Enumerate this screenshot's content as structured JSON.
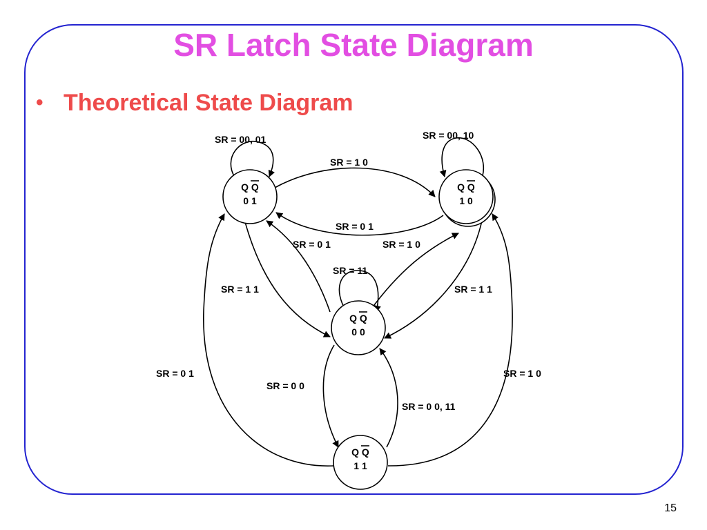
{
  "title": "SR Latch State Diagram",
  "bullet": {
    "marker": "•",
    "text": "Theoretical State Diagram"
  },
  "page_number": "15",
  "diagram": {
    "states": [
      {
        "id": "s01",
        "top": "Q Q",
        "bottom": "0 1"
      },
      {
        "id": "s10",
        "top": "Q Q",
        "bottom": "1 0"
      },
      {
        "id": "s00",
        "top": "Q Q",
        "bottom": "0 0"
      },
      {
        "id": "s11",
        "top": "Q Q",
        "bottom": "1 1"
      }
    ],
    "transitions": [
      {
        "from": "s01",
        "to": "s01",
        "label": "SR = 00, 01"
      },
      {
        "from": "s10",
        "to": "s10",
        "label": "SR = 00, 10"
      },
      {
        "from": "s01",
        "to": "s10",
        "label": "SR = 1 0"
      },
      {
        "from": "s10",
        "to": "s01",
        "label": "SR = 0 1"
      },
      {
        "from": "s00",
        "to": "s01",
        "label": "SR = 0 1"
      },
      {
        "from": "s00",
        "to": "s10",
        "label": "SR = 1 0"
      },
      {
        "from": "s00",
        "to": "s00",
        "label": "SR = 11"
      },
      {
        "from": "s01",
        "to": "s00",
        "label": "SR = 1 1"
      },
      {
        "from": "s10",
        "to": "s00",
        "label": "SR = 1 1"
      },
      {
        "from": "s11",
        "to": "s01",
        "label": "SR = 0 1"
      },
      {
        "from": "s11",
        "to": "s10",
        "label": "SR = 1 0"
      },
      {
        "from": "s00",
        "to": "s11",
        "label": "SR = 0 0"
      },
      {
        "from": "s11",
        "to": "s00",
        "label": "SR = 0 0, 11"
      }
    ]
  },
  "colors": {
    "title": "#e24ee2",
    "bullet": "#ee4b4b",
    "frame": "#2323d0"
  }
}
